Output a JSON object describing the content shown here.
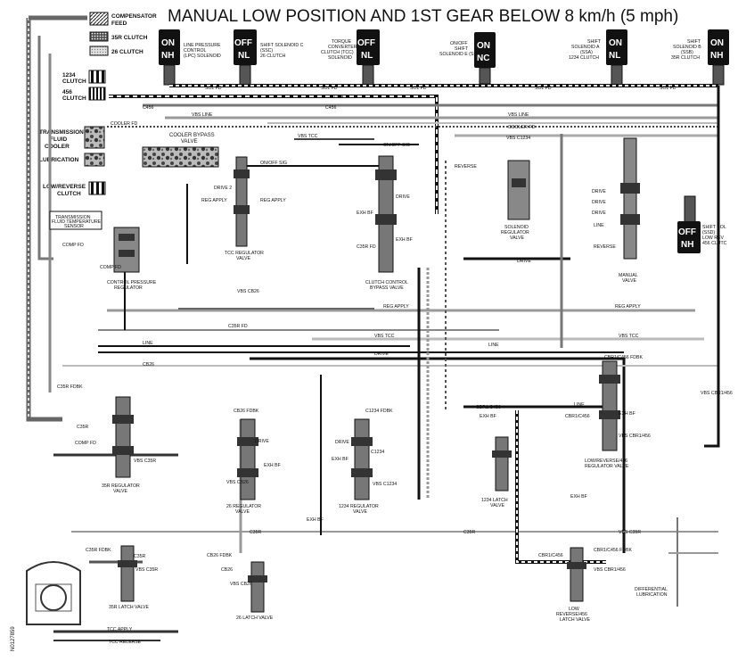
{
  "title": "MANUAL LOW POSITION AND 1ST GEAR BELOW 8 km/h (5 mph)",
  "doc_id": "N0127859",
  "legend": [
    {
      "label": "COMPENSATOR FEED",
      "pattern": "hatch"
    },
    {
      "label": "35R CLUTCH",
      "pattern": "dots"
    },
    {
      "label": "26 CLUTCH",
      "pattern": "light-dots"
    },
    {
      "label": "1234 CLUTCH",
      "pattern": "stripes"
    },
    {
      "label": "456 CLUTCH",
      "pattern": "stripes2"
    }
  ],
  "solenoids": [
    {
      "state": "ON",
      "sub": "NH",
      "label": "LINE PRESSURE CONTROL (LPC) SOLENOID"
    },
    {
      "state": "OFF",
      "sub": "NL",
      "label": "SHIFT SOLENOID C (SSC) 26 CLUTCH"
    },
    {
      "state": "OFF",
      "sub": "NL",
      "label": "TORQUE CONVERTER CLUTCH (TCC) SOLENOID"
    },
    {
      "state": "ON",
      "sub": "NC",
      "label": "ON/OFF SHIFT SOLENOID E (SSE)"
    },
    {
      "state": "ON",
      "sub": "NL",
      "label": "SHIFT SOLENOID A (SSA) 1234 CLUTCH"
    },
    {
      "state": "ON",
      "sub": "NH",
      "label": "SHIFT SOLENOID B (SSB) 35R CLUTCH"
    },
    {
      "state": "OFF",
      "sub": "NH",
      "label": "SHIFT SOLENOID D (SSD) LOW REVERSE/ 456 CLUTCH"
    }
  ],
  "components": {
    "cooler": "TRANSMISSION FLUID COOLER",
    "lubrication": "LUBRICATION",
    "low_reverse_clutch": "LOW/REVERSE CLUTCH",
    "cooler_bypass": "COOLER BYPASS VALVE",
    "temp_sensor": "TRANSMISSION FLUID TEMPERATURE SENSOR",
    "cpr_valve": "CONTROL PRESSURE REGULATOR",
    "tcc_reg": "TCC REGULATOR VALVE",
    "ccb_valve": "CLUTCH CONTROL BYPASS VALVE",
    "sol_reg": "SOLENOID REGULATOR VALVE",
    "manual_valve": "MANUAL VALVE",
    "lr456_reg": "LOW/REVERSE/456 REGULATOR VALVE",
    "r35_reg": "35R REGULATOR VALVE",
    "r26_reg": "26 REGULATOR VALVE",
    "r1234_reg": "1234 REGULATOR VALVE",
    "l1234_latch": "1234 LATCH VALVE",
    "l35r_latch": "35R LATCH VALVE",
    "l26_latch": "26 LATCH VALVE",
    "lr456_latch": "LOW REVERSE/456 LATCH VALVE",
    "diff_lube": "DIFFERENTIAL LUBRICATION"
  },
  "lines": {
    "sol_fd": "SOL FD",
    "c456": "C456",
    "c1234": "C1234",
    "vbs_line": "VBS LINE",
    "cooler_fd": "COOLER FD",
    "vbs_c1234": "VBS C1234",
    "vbs_tcc": "VBS TCC",
    "on_off_sig": "ON/OFF SIG",
    "reverse": "REVERSE",
    "drive": "DRIVE",
    "drive2": "DRIVE 2",
    "reg_apply": "REG APPLY",
    "exh_bf": "EXH BF",
    "c35r_fd": "C35R FD",
    "line": "LINE",
    "vbs_cb26": "VBS CB26",
    "cb26": "CB26",
    "c35r": "C35R",
    "comp_fd": "COMP FD",
    "vbs_c35r": "VBS C35R",
    "cbr1_c456": "CBR1/C456",
    "cbr1_fdbk": "CBR1/C456 FDBK",
    "vbs_cbr1": "VBS CBR1/456",
    "tcc_apply": "TCC APPLY",
    "tcc_release": "TCC RELEASE",
    "c1234_fdbk": "C1234 FDBK",
    "cb26_fdbk": "CB26 FDBK",
    "c35r_fdbk": "C35R FDBK",
    "exh_cbr1": "EXH BF",
    "vbs_c1234b": "VBS C1234",
    "vbs_cb26b": "VBS CB26"
  }
}
